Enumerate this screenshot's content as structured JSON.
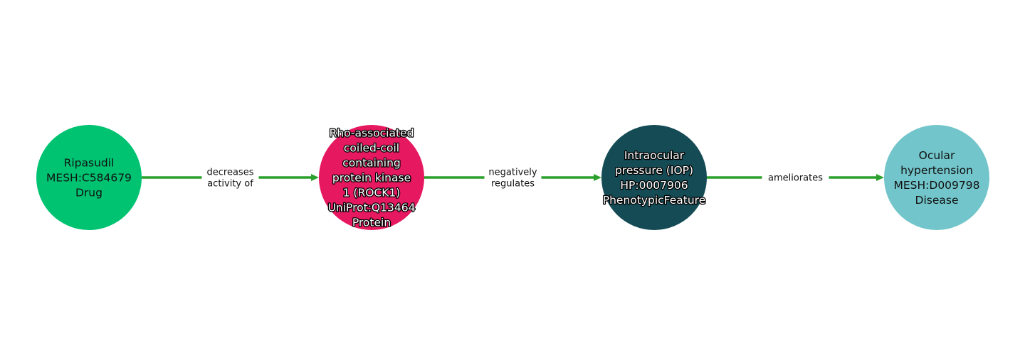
{
  "colors": {
    "drug": "#00c372",
    "protein": "#e6185f",
    "phenotypic_feature": "#144b55",
    "disease": "#72c5ca",
    "edge": "#2ca02c"
  },
  "nodes": [
    {
      "id": "n1",
      "lines": [
        "Ripasudil",
        "MESH:C584679",
        "Drug"
      ],
      "color_key": "drug",
      "text_style": "dark"
    },
    {
      "id": "n2",
      "lines": [
        "Rho-associated",
        "coiled-coil",
        "containing",
        "protein kinase",
        "1 (ROCK1)",
        "UniProt:Q13464",
        "Protein"
      ],
      "color_key": "protein",
      "text_style": "light"
    },
    {
      "id": "n3",
      "lines": [
        "Intraocular",
        "pressure (IOP)",
        "HP:0007906",
        "PhenotypicFeature"
      ],
      "color_key": "phenotypic_feature",
      "text_style": "light"
    },
    {
      "id": "n4",
      "lines": [
        "Ocular",
        "hypertension",
        "MESH:D009798",
        "Disease"
      ],
      "color_key": "disease",
      "text_style": "dark"
    }
  ],
  "edges": [
    {
      "from": "n1",
      "to": "n2",
      "label_lines": [
        "decreases",
        "activity of"
      ]
    },
    {
      "from": "n2",
      "to": "n3",
      "label_lines": [
        "negatively",
        "regulates"
      ]
    },
    {
      "from": "n3",
      "to": "n4",
      "label_lines": [
        "ameliorates"
      ]
    }
  ]
}
